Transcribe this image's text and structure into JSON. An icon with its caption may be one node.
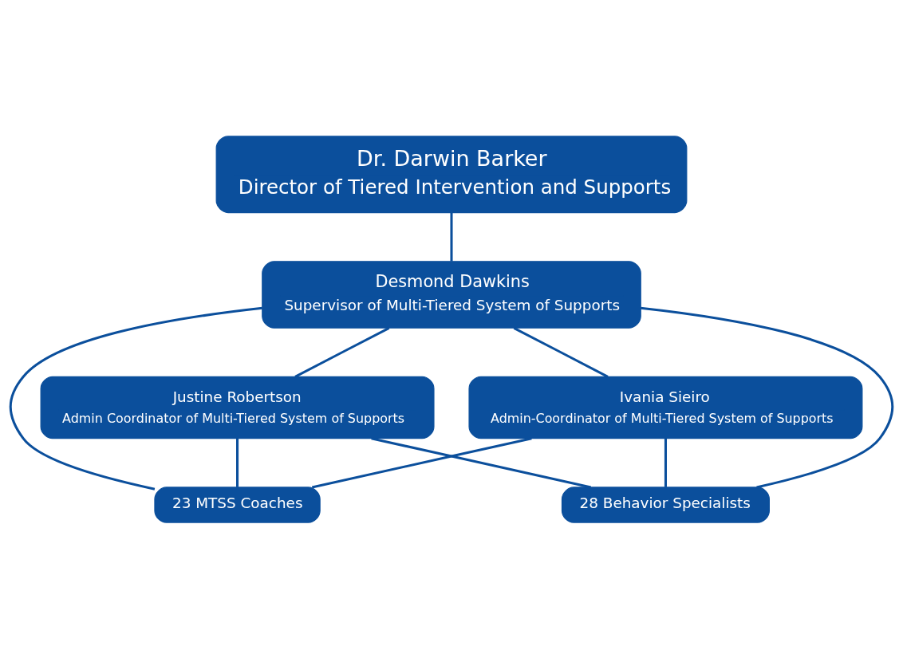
{
  "diagram": {
    "nodes": [
      {
        "text": [
          "Dr. Darwin Barker",
          "Director of Tiered Intervention and Supports"
        ]
      },
      {
        "text": [
          "Desmond Dawkins",
          "Supervisor of Multi-Tiered System of Supports"
        ]
      },
      {
        "text": [
          "Justine Robertson",
          "Admin Coordinator of Multi-Tiered System of Supports"
        ]
      },
      {
        "text": [
          "Ivania Sieiro",
          "Admin-Coordinator of Multi-Tiered System of Supports"
        ]
      },
      {
        "text": [
          "23 MTSS Coaches"
        ]
      },
      {
        "text": [
          "28 Behavior Specialists"
        ]
      }
    ],
    "edges": [
      {
        "from": 0,
        "to": 1,
        "arrow": "none"
      },
      {
        "from": 1,
        "to": 2,
        "arrow": "none"
      },
      {
        "from": 1,
        "to": 3,
        "arrow": "none"
      },
      {
        "from": 1,
        "to": 4,
        "arrow": "none"
      },
      {
        "from": 1,
        "to": 5,
        "arrow": "none"
      },
      {
        "from": 2,
        "to": 4,
        "arrow": "none"
      },
      {
        "from": 2,
        "to": 5,
        "arrow": "none"
      },
      {
        "from": 3,
        "to": 4,
        "arrow": "none"
      },
      {
        "from": 3,
        "to": 5,
        "arrow": "none"
      }
    ]
  }
}
